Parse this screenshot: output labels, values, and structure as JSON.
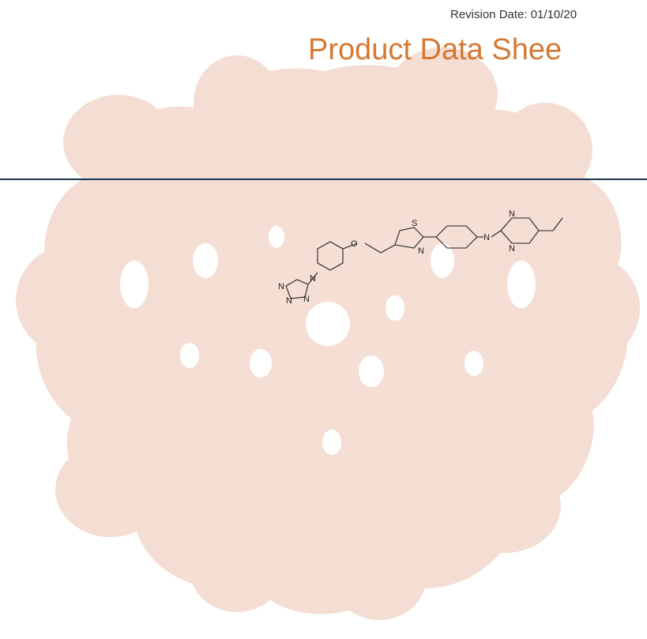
{
  "header": {
    "revision": "Revision Date: 01/10/20",
    "title": "Product Data Shee"
  },
  "colors": {
    "title": "#d57833",
    "rule": "#1b3251",
    "watermark": "#f3d9cc"
  },
  "structure": {
    "atoms": {
      "s": "S",
      "n_thiazole": "N",
      "o": "O",
      "n_pip": "N",
      "n_pyr1": "N",
      "n_pyr2": "N",
      "n_tz1": "N",
      "n_tz2": "N",
      "n_tz3": "N",
      "n_tz4": "N"
    }
  }
}
